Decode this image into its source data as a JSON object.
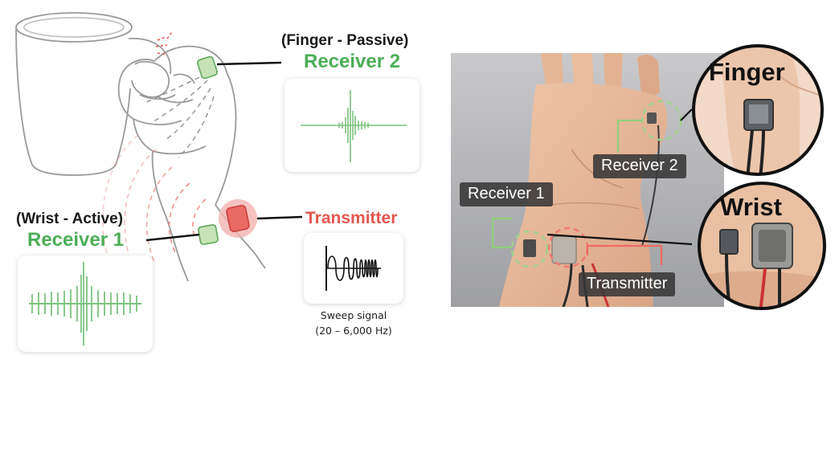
{
  "illustration": {
    "receiver2_role": "(Finger - Passive)",
    "receiver2_name": "Receiver 2",
    "receiver1_role": "(Wrist - Active)",
    "receiver1_name": "Receiver 1",
    "transmitter_name": "Transmitter",
    "sweep_line1": "Sweep signal",
    "sweep_line2": "(20 – 6,000 Hz)"
  },
  "photo": {
    "receiver2_tag": "Receiver 2",
    "receiver1_tag": "Receiver 1",
    "transmitter_tag": "Transmitter",
    "finger_title": "Finger",
    "wrist_title": "Wrist"
  },
  "colors": {
    "receiver_green": "#4cae57",
    "transmitter_red": "#e5564f",
    "signal_green": "#7cc27f"
  }
}
